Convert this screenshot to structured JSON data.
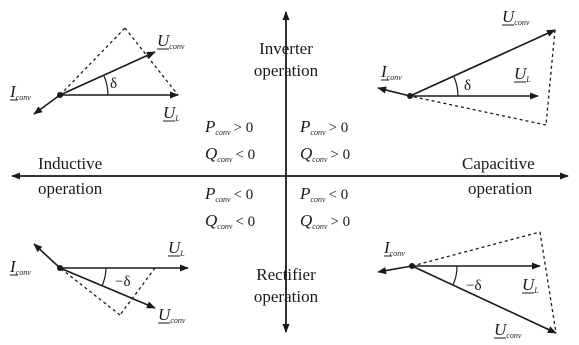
{
  "regions": {
    "top": [
      "Inverter",
      "operation"
    ],
    "bottom": [
      "Rectifier",
      "operation"
    ],
    "left": [
      "Inductive",
      "operation"
    ],
    "right": [
      "Capacitive",
      "operation"
    ]
  },
  "conditions": {
    "top_left": {
      "p": {
        "sym": "P",
        "sub": "conv",
        "rel": "> 0"
      },
      "q": {
        "sym": "Q",
        "sub": "conv",
        "rel": "< 0"
      }
    },
    "top_right": {
      "p": {
        "sym": "P",
        "sub": "conv",
        "rel": "> 0"
      },
      "q": {
        "sym": "Q",
        "sub": "conv",
        "rel": "> 0"
      }
    },
    "bottom_left": {
      "p": {
        "sym": "P",
        "sub": "conv",
        "rel": "< 0"
      },
      "q": {
        "sym": "Q",
        "sub": "conv",
        "rel": "< 0"
      }
    },
    "bottom_right": {
      "p": {
        "sym": "P",
        "sub": "conv",
        "rel": "< 0"
      },
      "q": {
        "sym": "Q",
        "sub": "conv",
        "rel": "> 0"
      }
    }
  },
  "phasors": {
    "voltage_conv": {
      "sym": "U",
      "sub": "conv"
    },
    "voltage_line": {
      "sym": "U",
      "sub": "L"
    },
    "current_conv": {
      "sym": "I",
      "sub": "conv"
    },
    "angle_pos": "δ",
    "angle_neg": "−δ"
  },
  "colors": {
    "ink": "#1a1a1a",
    "background": "#ffffff"
  }
}
